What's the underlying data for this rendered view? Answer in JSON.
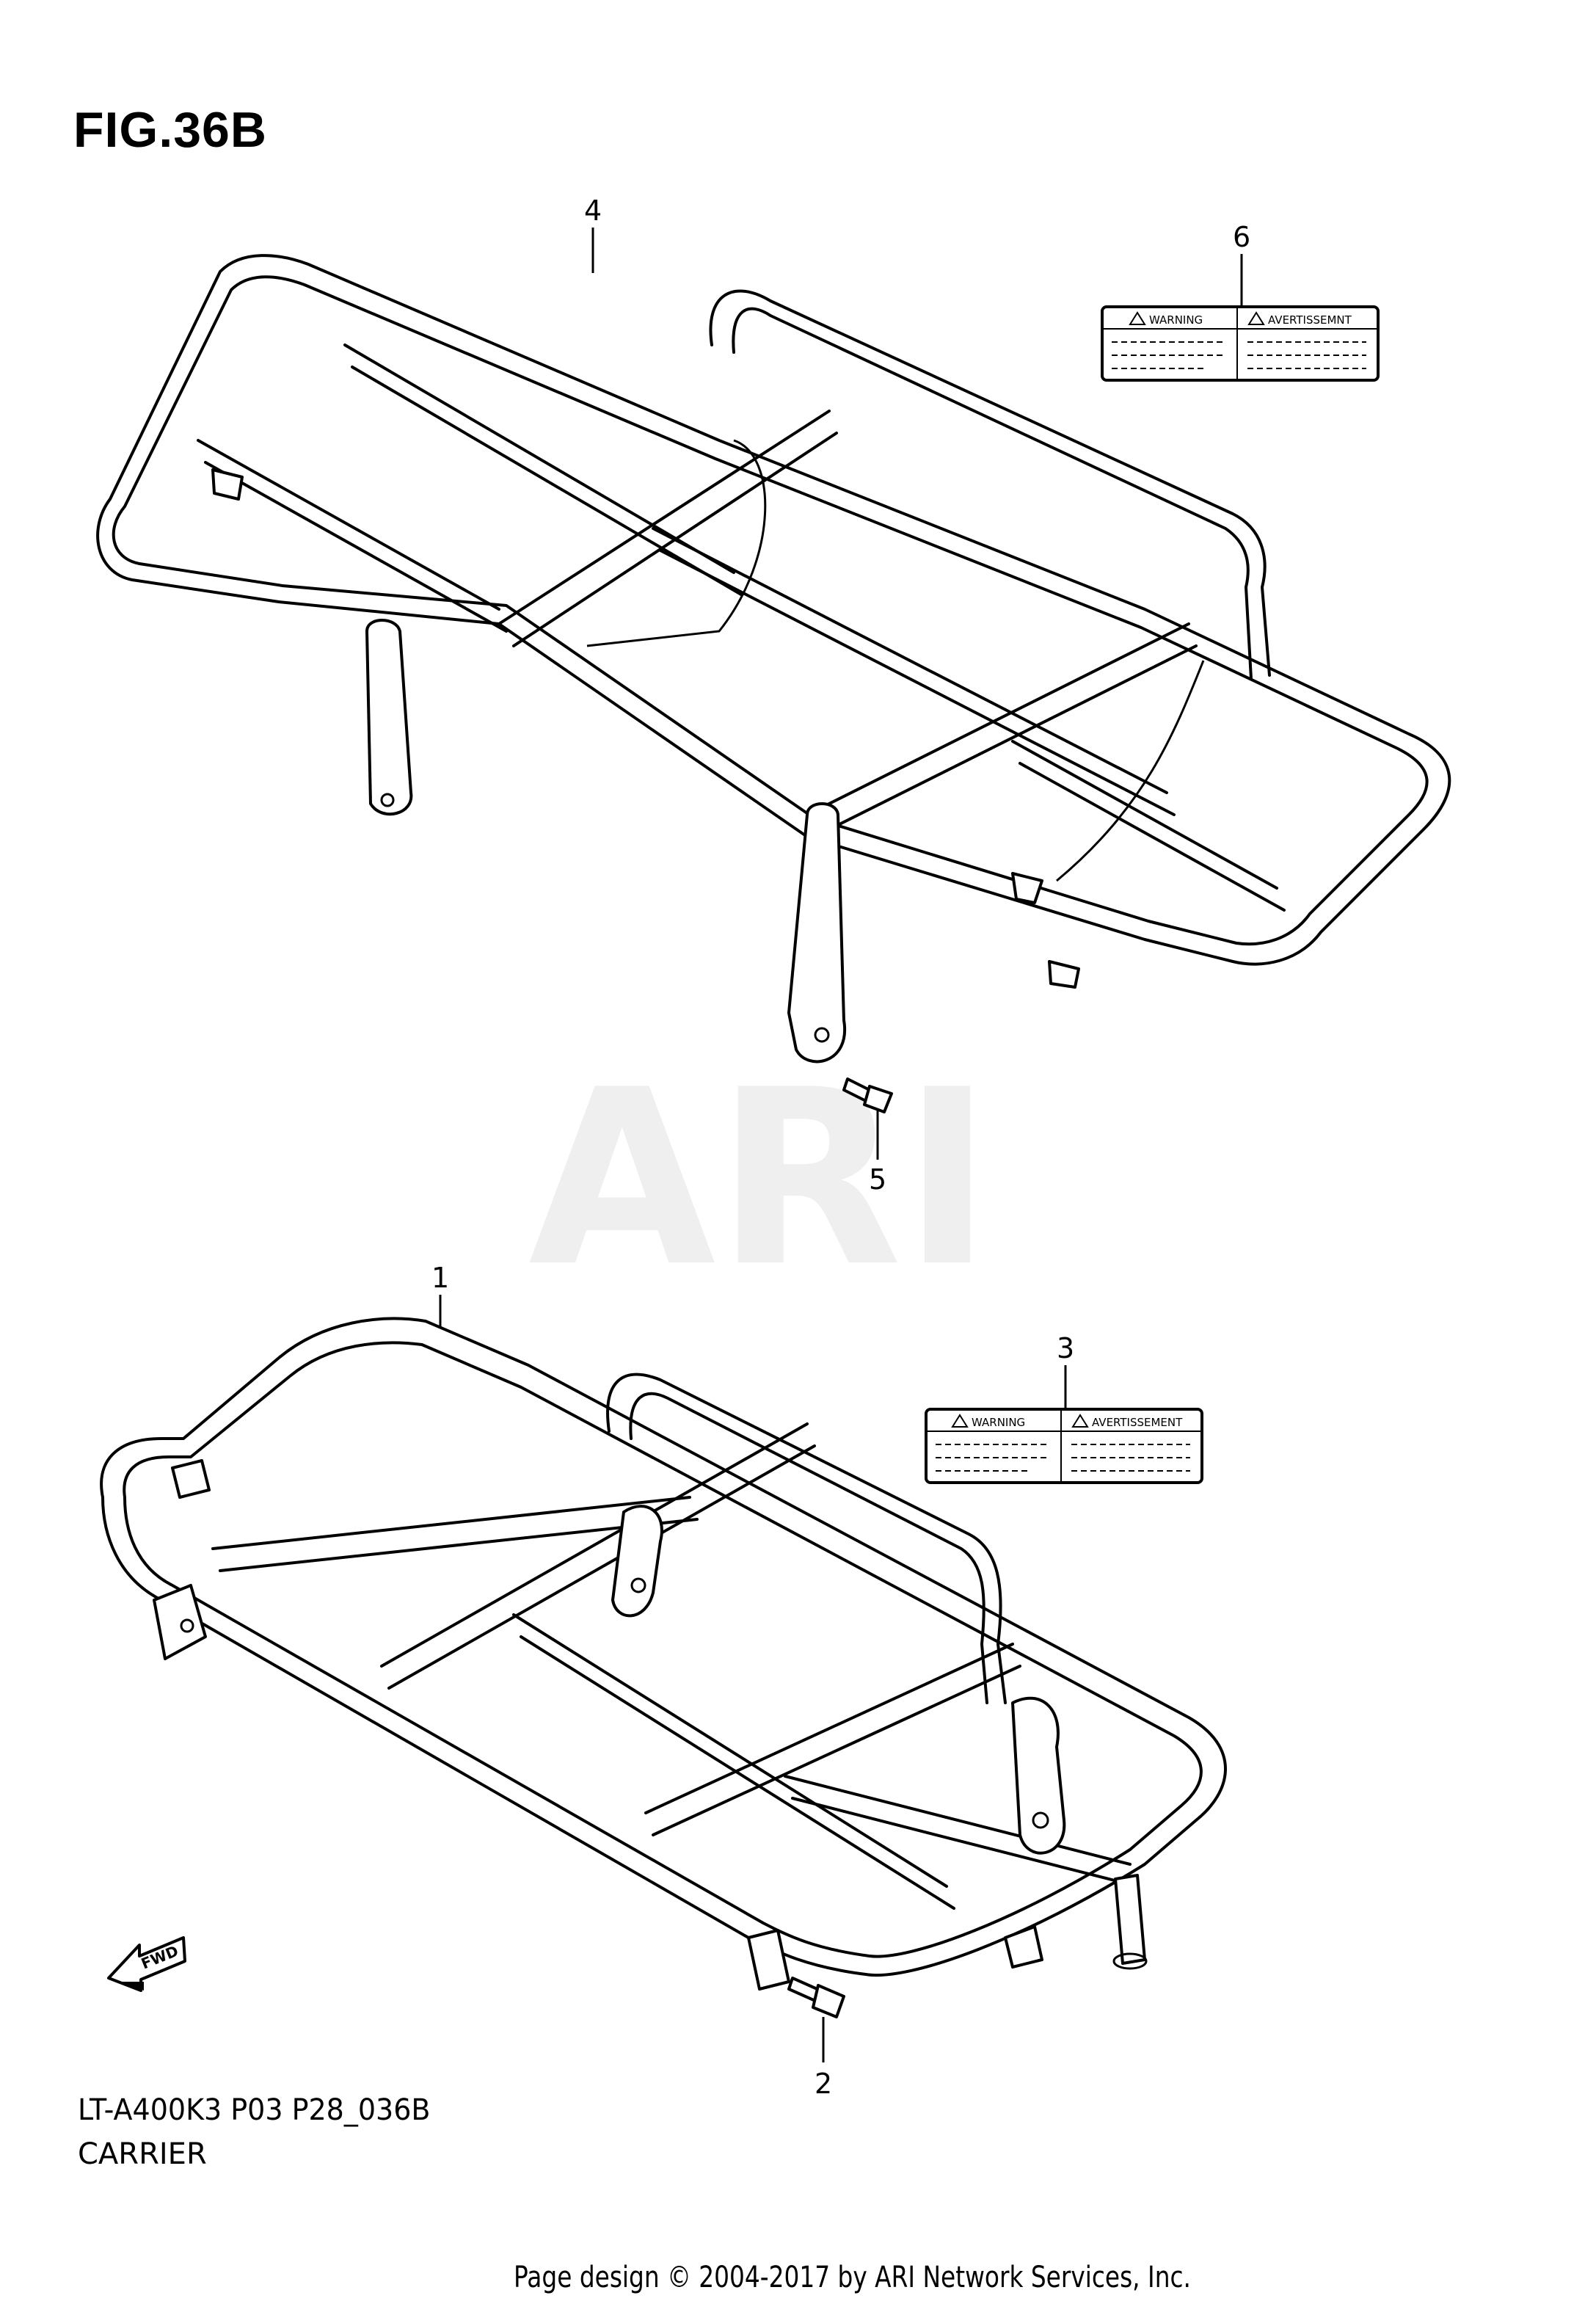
{
  "figure": {
    "title": "FIG.36B",
    "code": "LT-A400K3 P03 P28_036B",
    "name": "CARRIER",
    "copyright": "Page design © 2004-2017 by ARI Network Services, Inc.",
    "watermark": "ARI"
  },
  "callouts": [
    "1",
    "2",
    "3",
    "4",
    "5",
    "6"
  ],
  "labels": {
    "warning": "WARNING",
    "avertissement": "AVERTISSEMNT",
    "avertissement_lower": "AVERTISSEMENT"
  },
  "fwd_arrow": "FWD",
  "colors": {
    "line": "#000000",
    "watermark": "#efefef",
    "background": "#ffffff"
  }
}
